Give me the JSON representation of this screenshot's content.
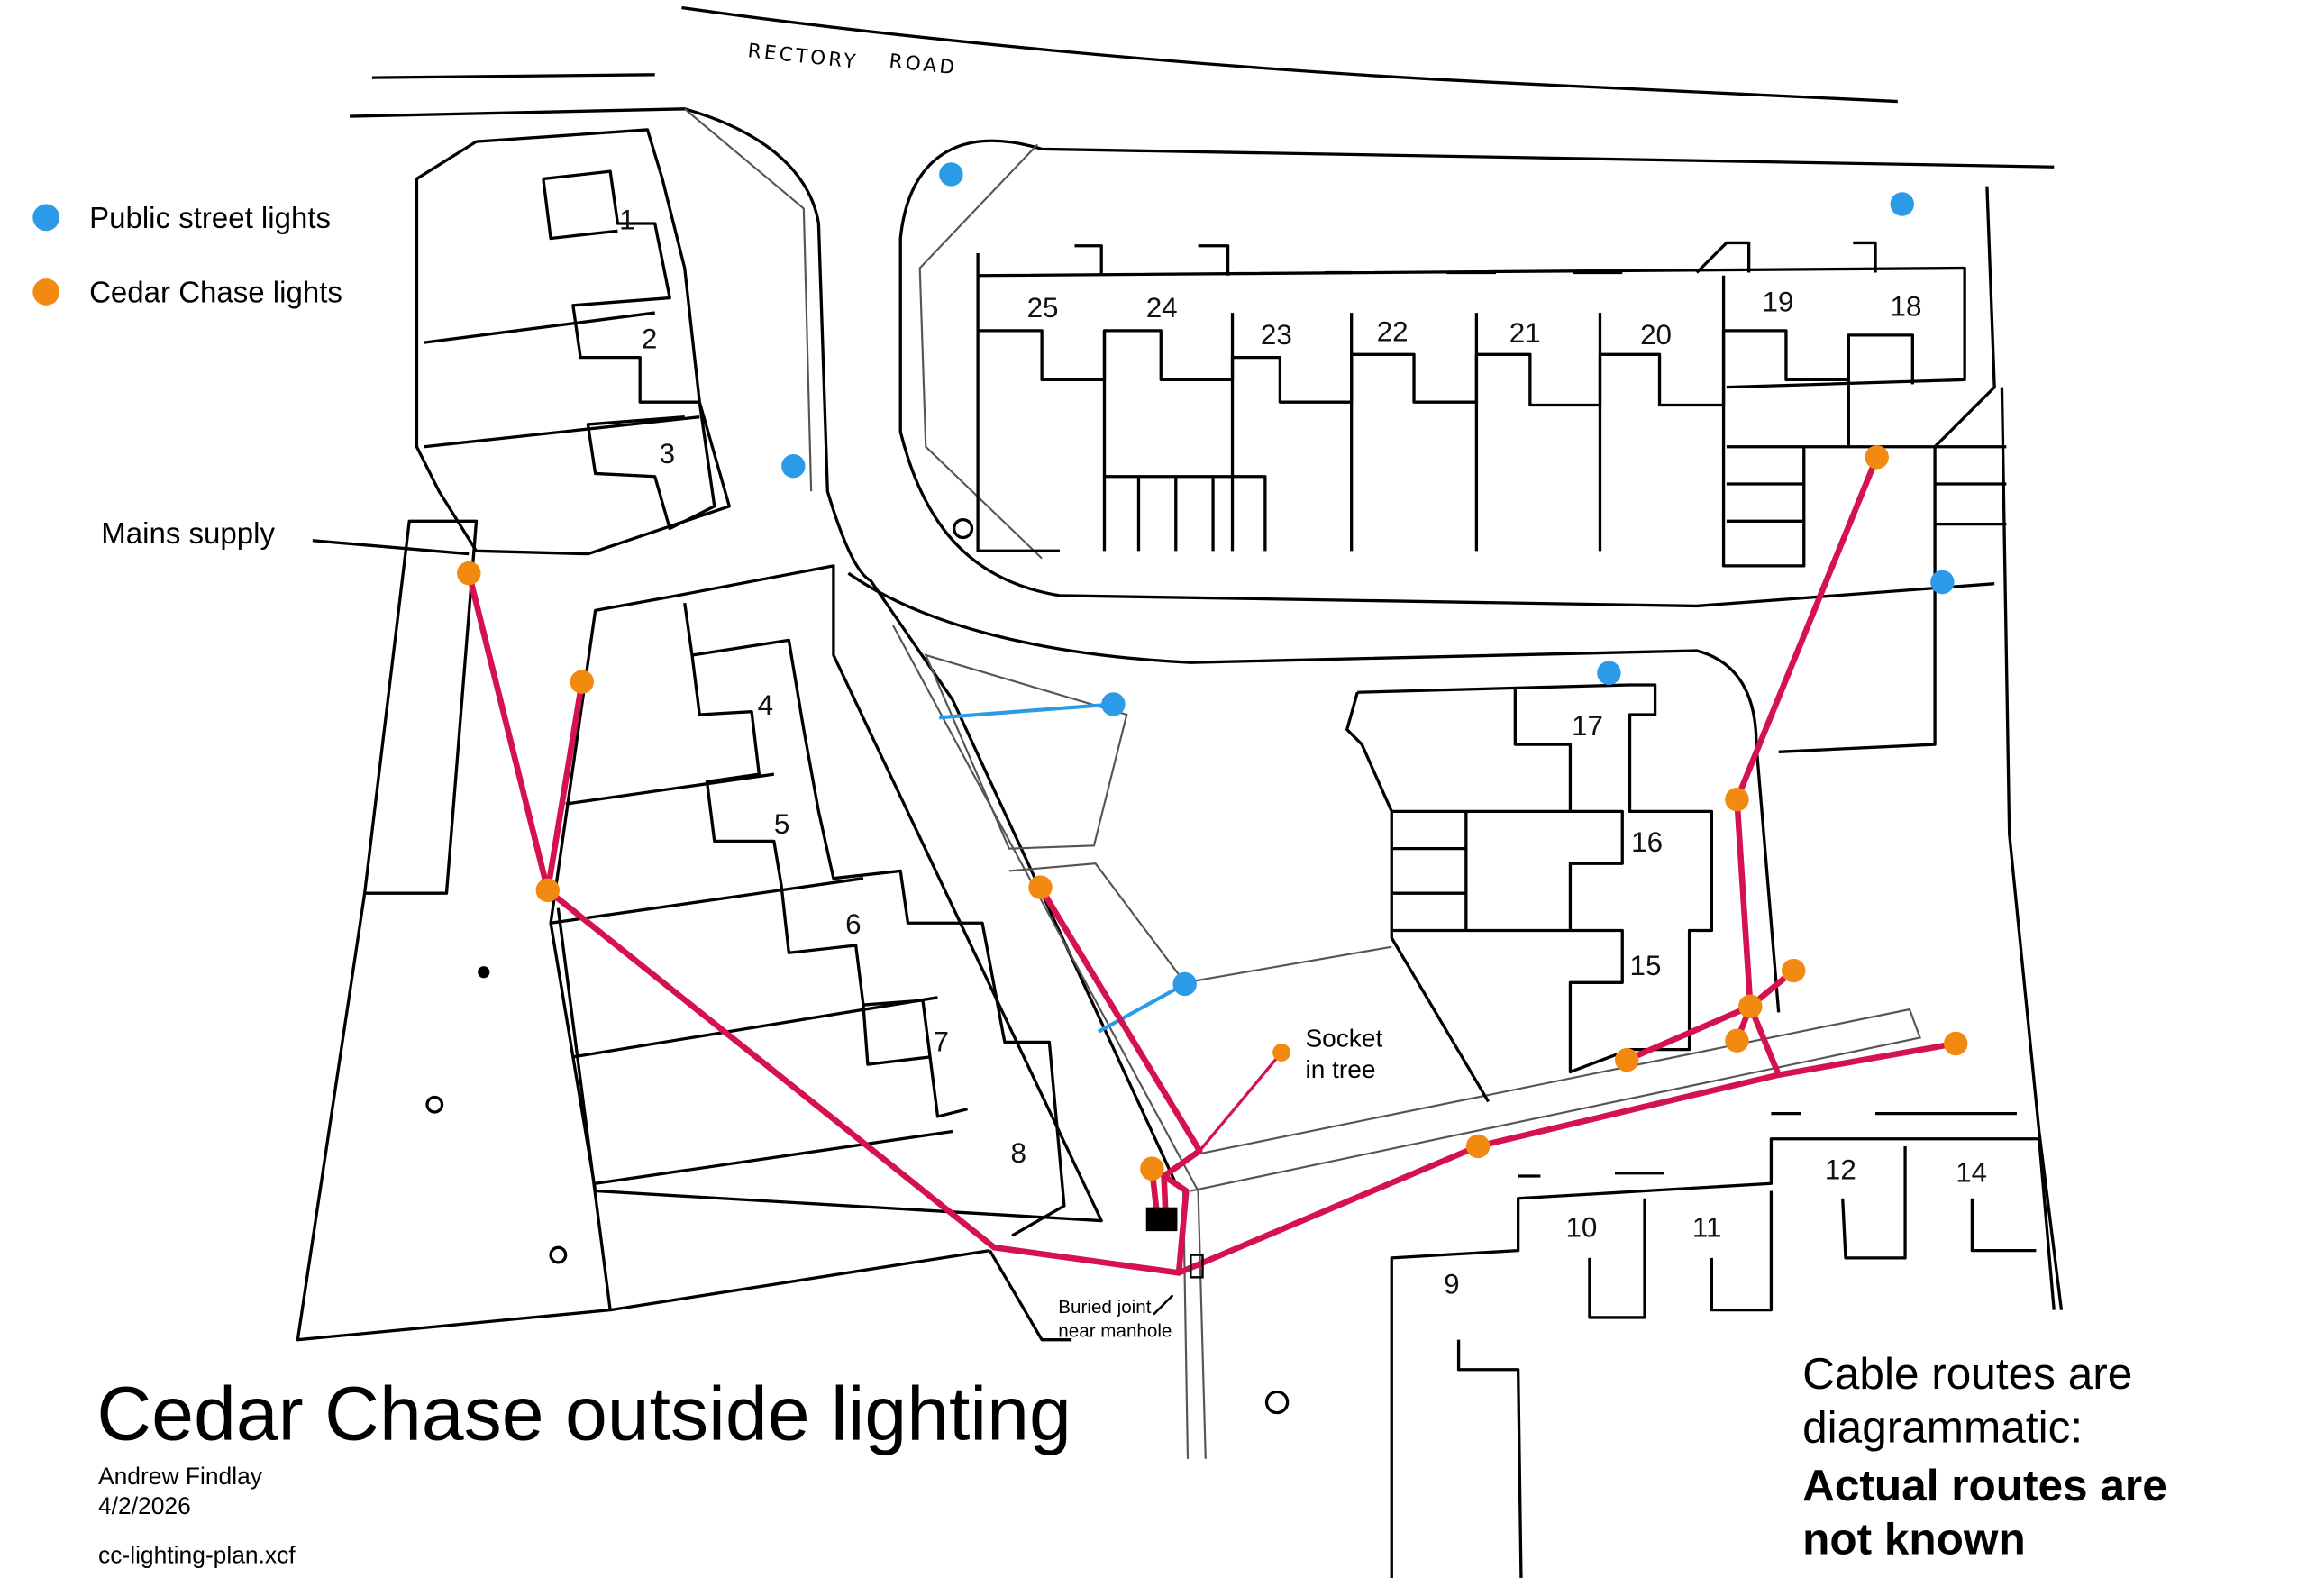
{
  "road_label_1": "RECTORY",
  "road_label_2": "ROAD",
  "legend": {
    "public": "Public street lights",
    "cedar": "Cedar Chase lights",
    "public_color": "#2b9be8",
    "cedar_color": "#f28a12",
    "cable_color": "#d4124e"
  },
  "annotations": {
    "mains": "Mains supply",
    "socket_1": "Socket",
    "socket_2": "in tree",
    "joint_1": "Buried joint",
    "joint_2": "near manhole"
  },
  "houses": [
    "1",
    "2",
    "3",
    "4",
    "5",
    "6",
    "7",
    "8",
    "9",
    "10",
    "11",
    "12",
    "14",
    "15",
    "16",
    "17",
    "18",
    "19",
    "20",
    "21",
    "22",
    "23",
    "24",
    "25"
  ],
  "title": "Cedar Chase outside lighting",
  "author": "Andrew Findlay",
  "date": "4/2/2026",
  "filename": "cc-lighting-plan.xcf",
  "disclaimer": {
    "line1": "Cable routes are",
    "line2": "diagrammatic:",
    "bold1": "Actual routes are",
    "bold2": "not known"
  }
}
